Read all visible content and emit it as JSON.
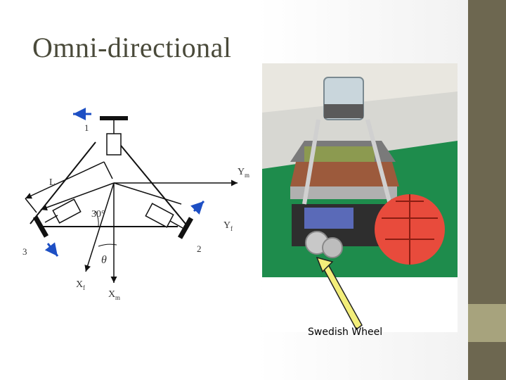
{
  "slide": {
    "title": "Omni-directional",
    "colors": {
      "sidebar": "#6d6750",
      "sidebar_accent": "#a7a37d",
      "title": "#4a4a3a",
      "arrow_blue": "#1d4fc4",
      "arrow_yellow": "#f3ee7a"
    }
  },
  "diagram": {
    "wheel_1": "1",
    "wheel_2": "2",
    "wheel_3": "3",
    "label_L": "L",
    "angle": "30°",
    "theta": "θ",
    "ym": "Y",
    "ym_sub": "m",
    "yf": "Y",
    "yf_sub": "f",
    "xf": "X",
    "xf_sub": "f",
    "xm": "X",
    "xm_sub": "m"
  },
  "photo": {
    "caption": "Swedish Wheel"
  }
}
